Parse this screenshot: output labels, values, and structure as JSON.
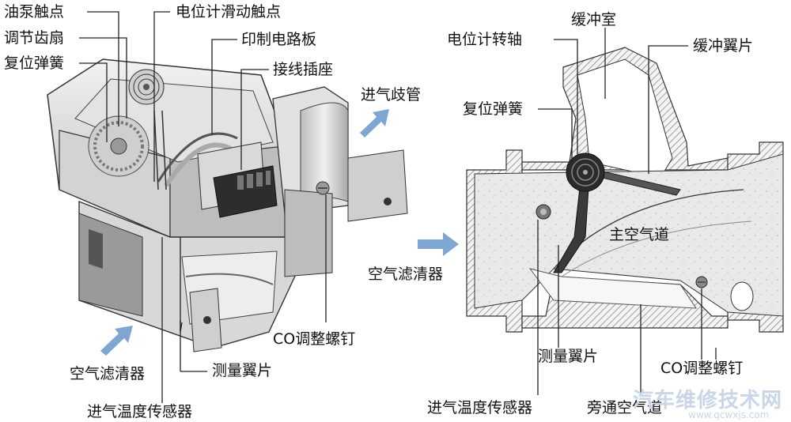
{
  "left_labels": {
    "oil_pump_contact": "油泵触点",
    "potentiometer_slide_contact": "电位计滑动触点",
    "adjust_gear_sector": "调节齿扇",
    "return_spring": "复位弹簧",
    "printed_circuit_board": "印制电路板",
    "wiring_socket": "接线插座",
    "intake_manifold": "进气歧管",
    "air_filter": "空气滤清器",
    "co_adjust_screw": "CO调整螺钉",
    "measuring_flap": "测量翼片",
    "intake_temp_sensor": "进气温度传感器"
  },
  "right_labels": {
    "buffer_chamber": "缓冲室",
    "potentiometer_shaft": "电位计转轴",
    "buffer_flap": "缓冲翼片",
    "return_spring": "复位弹簧",
    "main_air_passage": "主空气道",
    "air_filter": "空气滤清器",
    "measuring_flap": "测量翼片",
    "co_adjust_screw": "CO调整螺钉",
    "intake_temp_sensor": "进气温度传感器",
    "bypass_air_passage": "旁通空气道"
  },
  "watermark": {
    "text": "汽车维修技术网",
    "url": "www.qcwxjs.com"
  },
  "colors": {
    "arrow": "#7fa6d0",
    "housing_light": "#eeeeee",
    "housing_mid": "#cfcfcf",
    "housing_dark": "#8c8c8c",
    "outline": "#333333"
  }
}
